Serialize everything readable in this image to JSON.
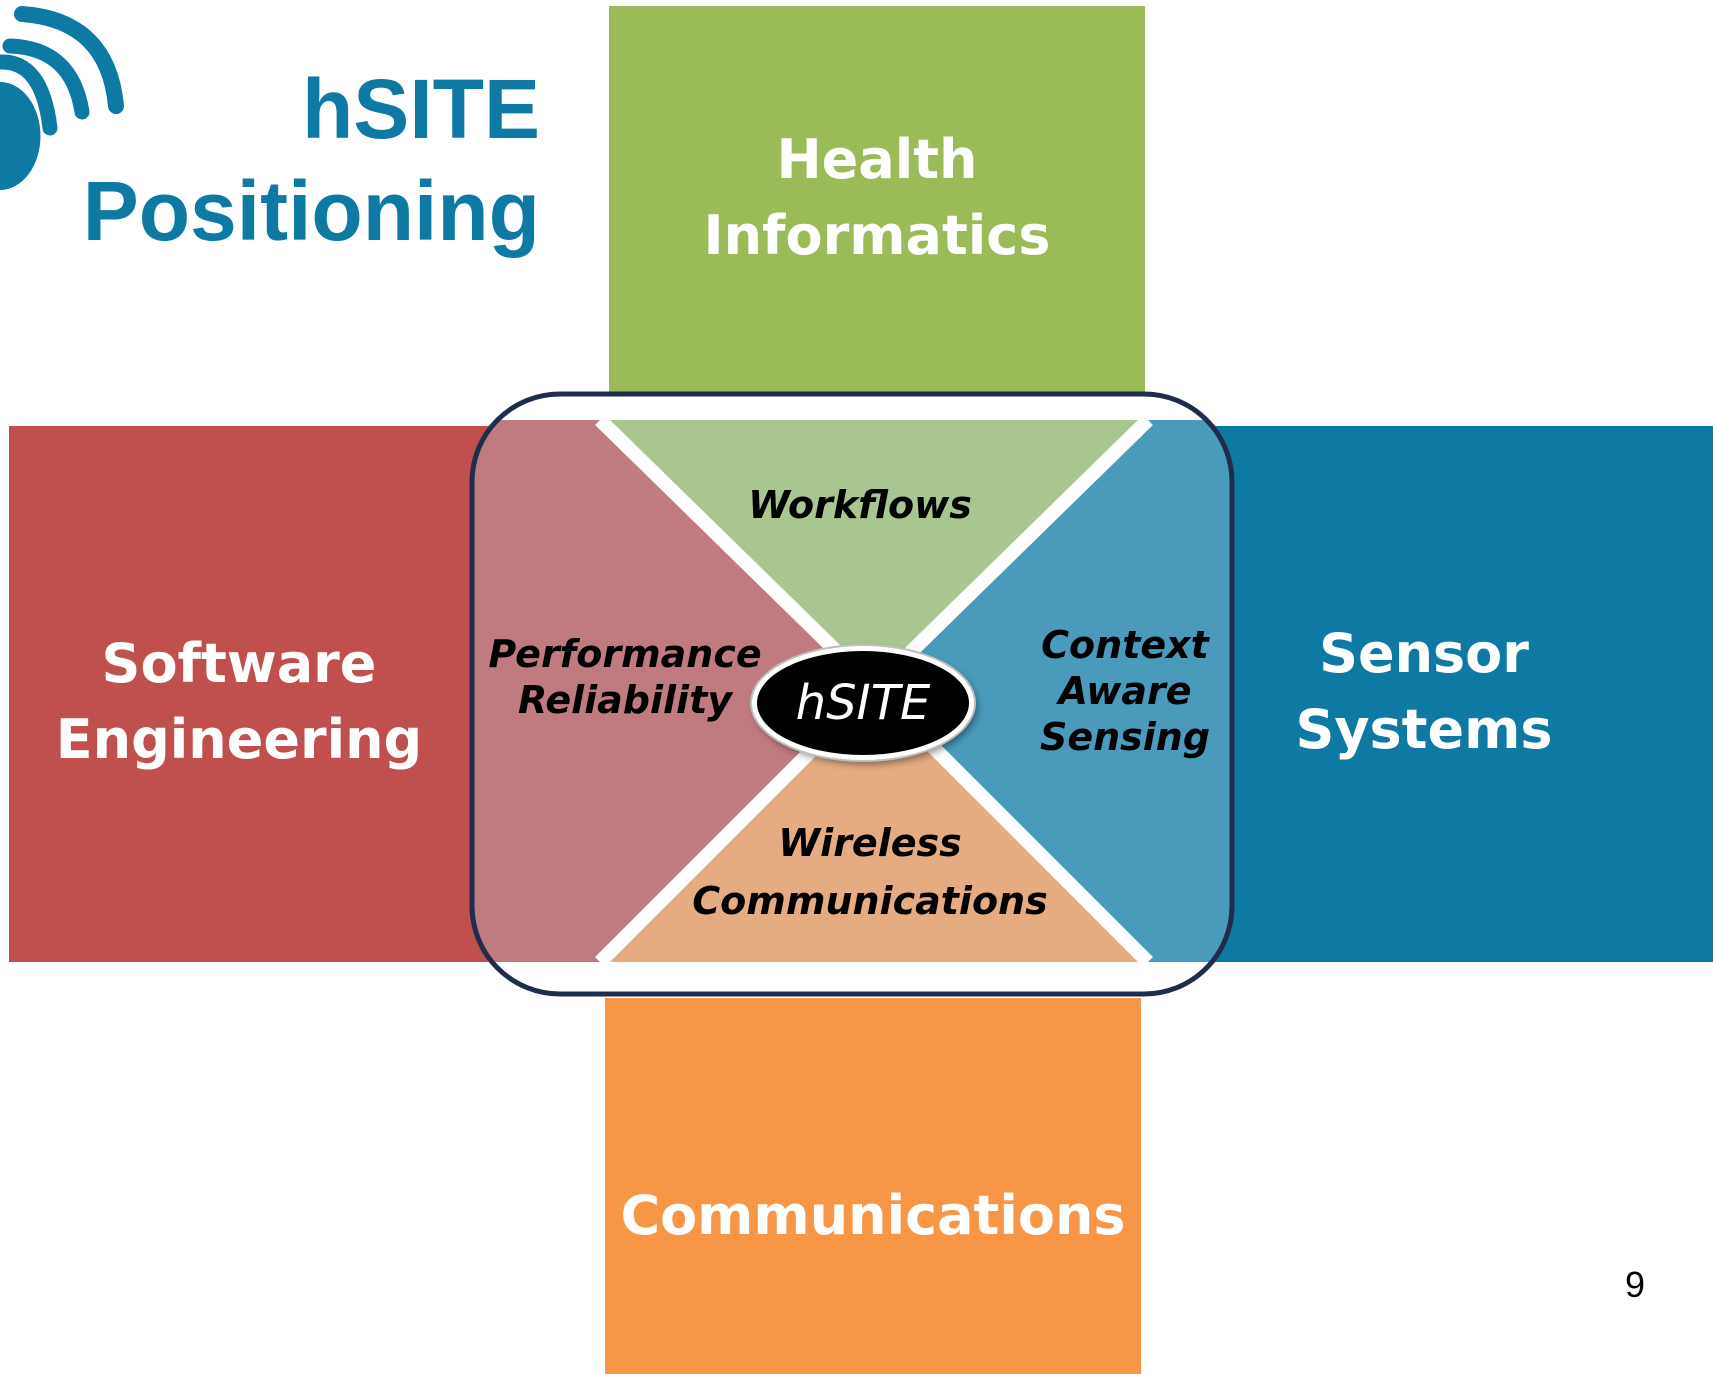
{
  "title": {
    "line1": "hSITE",
    "line2": "Positioning"
  },
  "logo": {
    "icon": "wireless-signal-icon",
    "color": "#0e7aa3"
  },
  "blocks": {
    "top": {
      "label": "Health\nInformatics",
      "color": "#9bbb59"
    },
    "left": {
      "label": "Software\nEngineering",
      "color": "#c0504d"
    },
    "right": {
      "label": "Sensor\nSystems",
      "color": "#0e7aa3"
    },
    "bottom": {
      "label": "Communications",
      "color": "#f79646"
    }
  },
  "regions": {
    "top": "Workflows",
    "left": "Performance\nReliability",
    "right": "Context\nAware\nSensing",
    "bottom": "Wireless\nCommunications"
  },
  "center": "hSITE",
  "page_number": "9"
}
